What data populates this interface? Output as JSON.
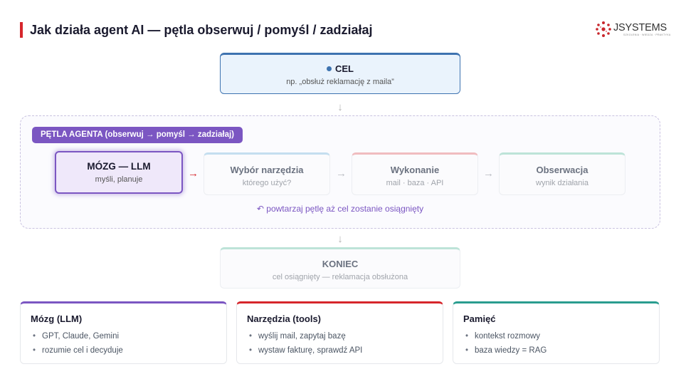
{
  "header": {
    "title": "Jak działa agent AI — pętla obserwuj / pomyśl / zadziałaj",
    "logo_text": "JSYSTEMS",
    "logo_tagline": "SZKOLENIA · WIEDZA · PRAKTYKA",
    "accent_color": "#d6262c"
  },
  "goal": {
    "title": "CEL",
    "subtitle": "np. „obsłuż reklamację z maila”",
    "color": "#3e73b0"
  },
  "arrows": {
    "down": "↓",
    "right": "→"
  },
  "loop": {
    "badge": "PĘTLA AGENTA (obserwuj → pomyśl → zadziałaj)",
    "repeat_text": "↶ powtarzaj pętlę aż cel zostanie osiągnięty",
    "color": "#7b56c2",
    "brain": {
      "title": "MÓZG — LLM",
      "subtitle": "myśli, planuje"
    },
    "steps": [
      {
        "title": "Wybór narzędzia",
        "subtitle": "którego użyć?",
        "color": "#c4deef"
      },
      {
        "title": "Wykonanie",
        "subtitle": "mail · baza · API",
        "color": "#f0bcbf"
      },
      {
        "title": "Obserwacja",
        "subtitle": "wynik działania",
        "color": "#bde3d8"
      }
    ]
  },
  "end": {
    "title": "KONIEC",
    "subtitle": "cel osiągnięty — reklamacja obsłużona"
  },
  "cards": [
    {
      "title": "Mózg (LLM)",
      "color": "#7b56c2",
      "items": [
        "GPT, Claude, Gemini",
        "rozumie cel i decyduje"
      ]
    },
    {
      "title": "Narzędzia (tools)",
      "color": "#d6262c",
      "items": [
        "wyślij mail, zapytaj bazę",
        "wystaw fakturę, sprawdź API"
      ]
    },
    {
      "title": "Pamięć",
      "color": "#2a9d8f",
      "items": [
        "kontekst rozmowy",
        "baza wiedzy = RAG"
      ]
    }
  ]
}
